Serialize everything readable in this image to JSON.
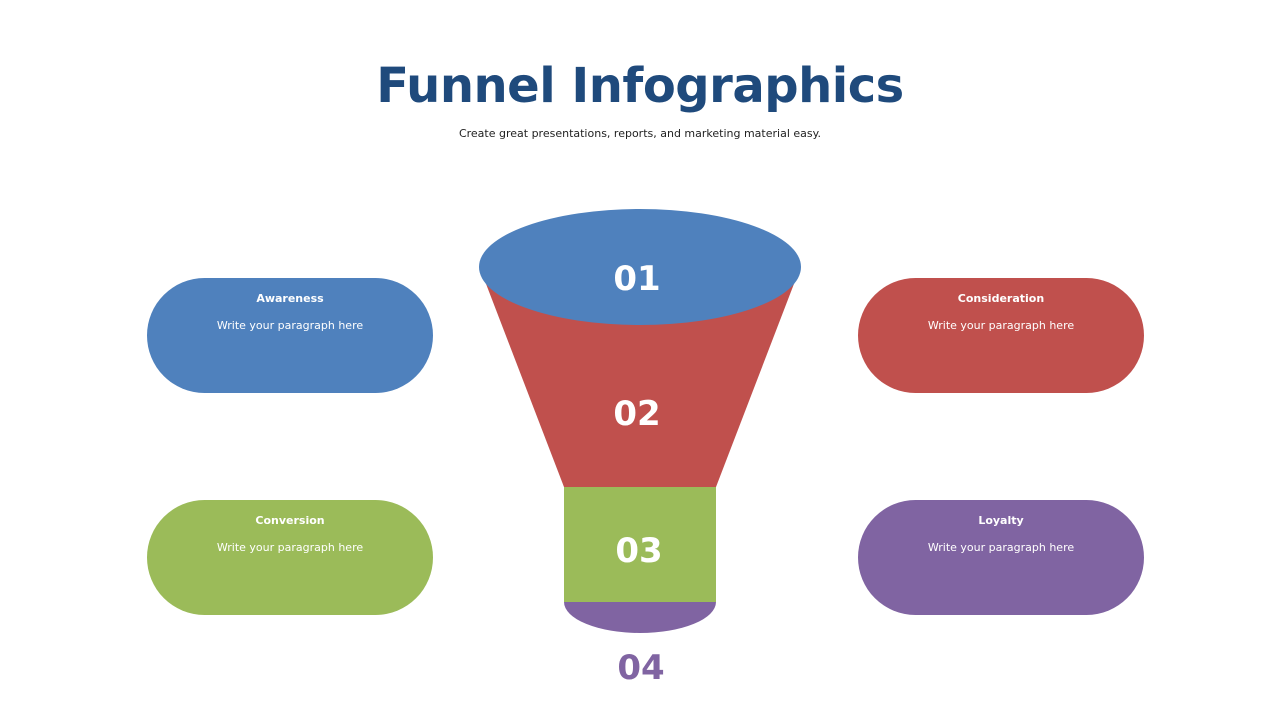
{
  "title": "Funnel Infographics",
  "subtitle": "Create great presentations, reports, and marketing material easy.",
  "colors": {
    "title": "#1f4a7c",
    "blue": "#4f81bd",
    "red": "#c0504d",
    "green": "#9bbb59",
    "purple": "#8064a2"
  },
  "stages": [
    {
      "number": "01",
      "label": "Awareness",
      "text": "Write your paragraph here",
      "color": "#4f81bd"
    },
    {
      "number": "02",
      "label": "Consideration",
      "text": "Write your paragraph here",
      "color": "#c0504d"
    },
    {
      "number": "03",
      "label": "Conversion",
      "text": "Write your paragraph here",
      "color": "#9bbb59"
    },
    {
      "number": "04",
      "label": "Loyalty",
      "text": "Write your paragraph here",
      "color": "#8064a2"
    }
  ]
}
